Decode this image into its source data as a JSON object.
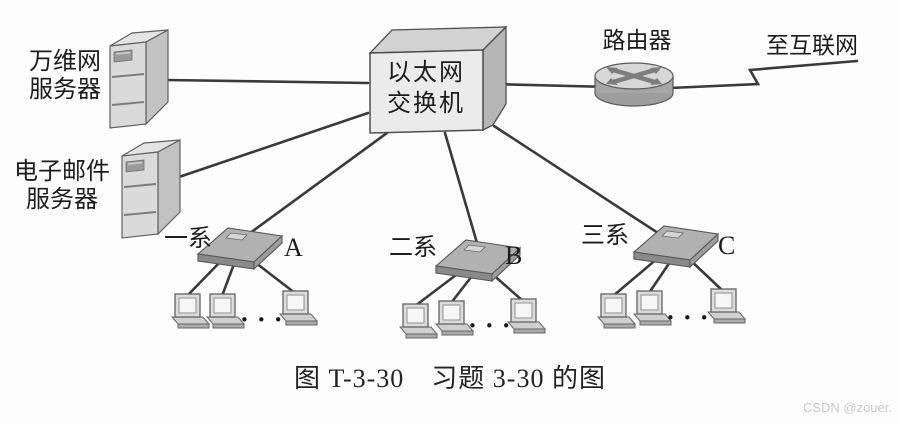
{
  "diagram": {
    "www_server": {
      "line1": "万维网",
      "line2": "服务器"
    },
    "email_server": {
      "line1": "电子邮件",
      "line2": "服务器"
    },
    "ethernet_switch": {
      "line1": "以太网",
      "line2": "交换机"
    },
    "router": {
      "label": "路由器"
    },
    "internet": {
      "label": "至互联网"
    },
    "departments": [
      {
        "name": "一系",
        "switch_label": "A",
        "more_hosts": "•••"
      },
      {
        "name": "二系",
        "switch_label": "B",
        "more_hosts": "•••"
      },
      {
        "name": "三系",
        "switch_label": "C",
        "more_hosts": "•••"
      }
    ],
    "caption": "图 T-3-30　习题 3-30 的图",
    "watermark": "CSDN @zouer."
  },
  "colors": {
    "line": "#3a3a3a",
    "text": "#1c1c1c",
    "watermark": "#c9c9cd",
    "background": "#fdfdfd"
  }
}
